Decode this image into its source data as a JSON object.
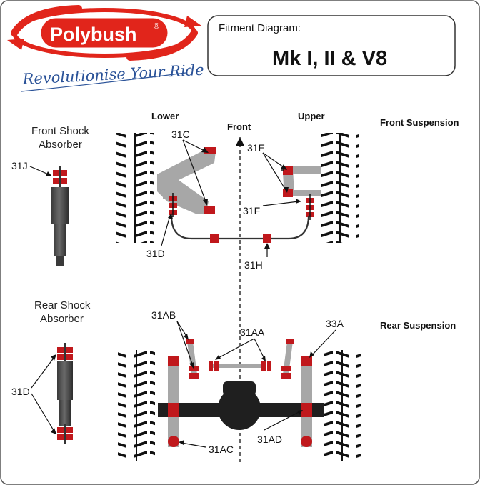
{
  "brand": {
    "name": "Polybush",
    "reg": "®",
    "tagline": "Revolutionise Your Ride"
  },
  "title_box": {
    "heading": "Fitment Diagram:",
    "model": "Mk I, II & V8"
  },
  "front": {
    "section_label": "Front Suspension",
    "lower_label": "Lower",
    "upper_label": "Upper",
    "front_label": "Front",
    "shock_label_line1": "Front Shock",
    "shock_label_line2": "Absorber",
    "parts": {
      "p31J": "31J",
      "p31C": "31C",
      "p31E": "31E",
      "p31F": "31F",
      "p31D": "31D",
      "p31H": "31H"
    }
  },
  "rear": {
    "section_label": "Rear Suspension",
    "shock_label_line1": "Rear Shock",
    "shock_label_line2": "Absorber",
    "parts": {
      "p31AB": "31AB",
      "p31AA": "31AA",
      "p33A": "33A",
      "p31D": "31D",
      "p31AC": "31AC",
      "p31AD": "31AD"
    }
  },
  "colors": {
    "brand_red": "#e1251b",
    "bush_red": "#c0181c",
    "arm_grey": "#a7a7a7",
    "dark": "#222222",
    "tagline_blue": "#2a5298"
  }
}
